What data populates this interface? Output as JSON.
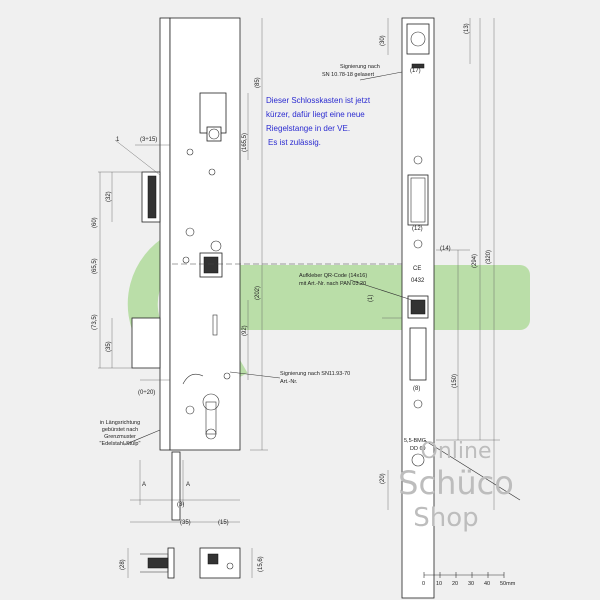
{
  "blue_note": {
    "line1": "Dieser Schlosskasten ist jetzt",
    "line2": "kürzer, dafür liegt eine neue",
    "line3": "Riegelstange in der VE.",
    "line4": "Es ist zulässig."
  },
  "labels": {
    "part_number": "1",
    "signierung_top_1": "Signierung nach",
    "signierung_top_2": "SN 10.78-18 gelasert",
    "qr_1": "Aufkleber QR-Code (14x16)",
    "qr_2": "mit Art.-Nr. nach PAN 03.20",
    "signierung_mid_1": "Signierung nach SN11.93-70",
    "signierung_mid_2": "Art.-Nr.",
    "brushed_1": "in Längsrichtung",
    "brushed_2": "gebürstet nach",
    "brushed_3": "Grenzmuster",
    "brushed_4": "\"Edelstahl-Stulp\"",
    "ce": "CE",
    "ce_num": "0432",
    "section_a_left": "A",
    "section_a_right": "A",
    "marking_1": "5,5-BMG",
    "marking_2": "DD 69"
  },
  "dims": {
    "d3_15": "(3÷15)",
    "d32": "(32)",
    "d60": "(60)",
    "d65_5": "(65,5)",
    "d73_5": "(73,5)",
    "d35": "(35)",
    "d0_20": "(0÷20)",
    "d85": "(85)",
    "d165_5": "(165,5)",
    "d202": "(202)",
    "d92": "(92)",
    "d3": "(3)",
    "d35b": "(35)",
    "d15": "(15)",
    "d28": "(28)",
    "d15_6": "(15,6)",
    "d30": "(30)",
    "d13": "(13)",
    "d17": "(17)",
    "d12": "(12)",
    "d14": "(14)",
    "d294": "(294)",
    "d320": "(320)",
    "d1": "(1)",
    "d8": "(8)",
    "d150": "(150)",
    "d20": "(20)"
  },
  "scale_bar": {
    "ticks": [
      "0",
      "10",
      "20",
      "30",
      "40",
      "50mm"
    ]
  },
  "watermark": {
    "line1": "Online",
    "line2": "Schüco",
    "line3": "Shop"
  },
  "colors": {
    "logo_green": "#a8d890",
    "note_blue": "#2a2ad0",
    "watermark_gray": "#bdbdbd"
  }
}
